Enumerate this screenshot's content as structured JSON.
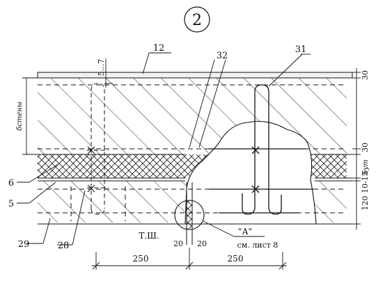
{
  "sheet": {
    "detail_number": "2",
    "tag_12": "12",
    "tag_31": "31",
    "tag_32": "32",
    "tag_6": "6",
    "tag_5": "5",
    "tag_29": "29",
    "tag_28": "28",
    "dim_top_gap": "5...7",
    "dim_wall": "δстены",
    "dim_insul": "δут",
    "right_dims": [
      "30",
      "30",
      "10-15",
      "120"
    ],
    "joint_label": "Т.Ш.",
    "joint_dims": [
      "20",
      "20"
    ],
    "ref_mark": "\"А\"",
    "ref_sheet": "см. лист 8",
    "bottom_dims": [
      "250",
      "250"
    ]
  },
  "colors": {
    "ink": "#111111",
    "paper": "#ffffff"
  }
}
